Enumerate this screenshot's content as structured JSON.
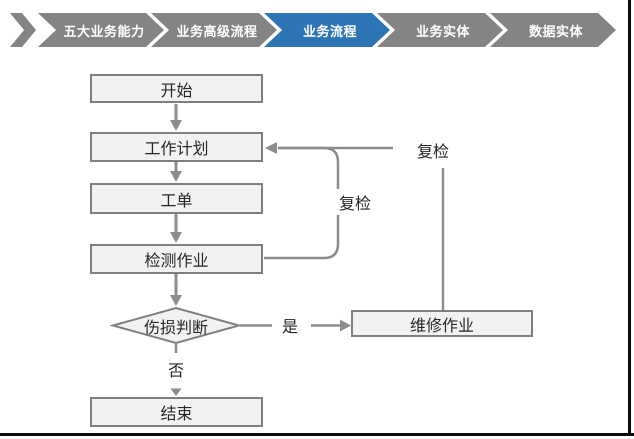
{
  "breadcrumb": {
    "items": [
      {
        "label": "五大业务能力",
        "active": false
      },
      {
        "label": "业务高级流程",
        "active": false
      },
      {
        "label": "业务流程",
        "active": true
      },
      {
        "label": "业务实体",
        "active": false
      },
      {
        "label": "数据实体",
        "active": false
      }
    ],
    "active_color": "#2E75B6",
    "inactive_color": "#848484"
  },
  "flowchart": {
    "nodes": {
      "start": {
        "label": "开始",
        "type": "rect"
      },
      "work_plan": {
        "label": "工作计划",
        "type": "rect"
      },
      "work_order": {
        "label": "工单",
        "type": "rect"
      },
      "inspection": {
        "label": "检测作业",
        "type": "rect"
      },
      "damage_decision": {
        "label": "伤损判断",
        "type": "diamond"
      },
      "repair": {
        "label": "维修作业",
        "type": "rect"
      },
      "end": {
        "label": "结束",
        "type": "rect"
      }
    },
    "labels": {
      "yes": "是",
      "no": "否",
      "recheck_loop": "复检",
      "recheck_repair": "复检"
    },
    "colors": {
      "node_fill": "#F2F2F2",
      "node_border": "#7F7F7F",
      "line": "#8C8C8C",
      "text": "#262626"
    }
  }
}
